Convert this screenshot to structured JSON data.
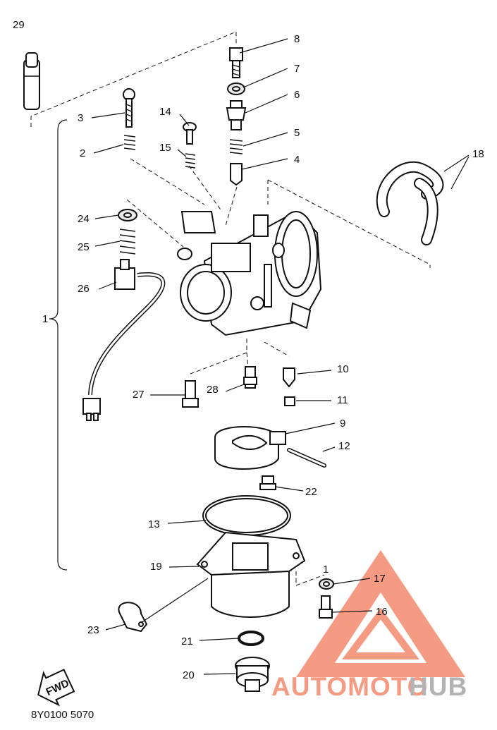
{
  "diagram": {
    "part_numbers": [
      "29",
      "8",
      "7",
      "6",
      "3",
      "14",
      "2",
      "15",
      "5",
      "4",
      "18",
      "24",
      "25",
      "26",
      "1",
      "10",
      "27",
      "28",
      "11",
      "9",
      "12",
      "22",
      "13",
      "19",
      "17",
      "23",
      "16",
      "21",
      "20"
    ],
    "fwd_label": "FWD",
    "footer_code": "8Y0100 5070"
  },
  "watermark": {
    "part1": "AUTOMOTO",
    "part2": "HUB",
    "color_primary": "#f47a5a",
    "color_secondary": "#9a9a9a"
  }
}
